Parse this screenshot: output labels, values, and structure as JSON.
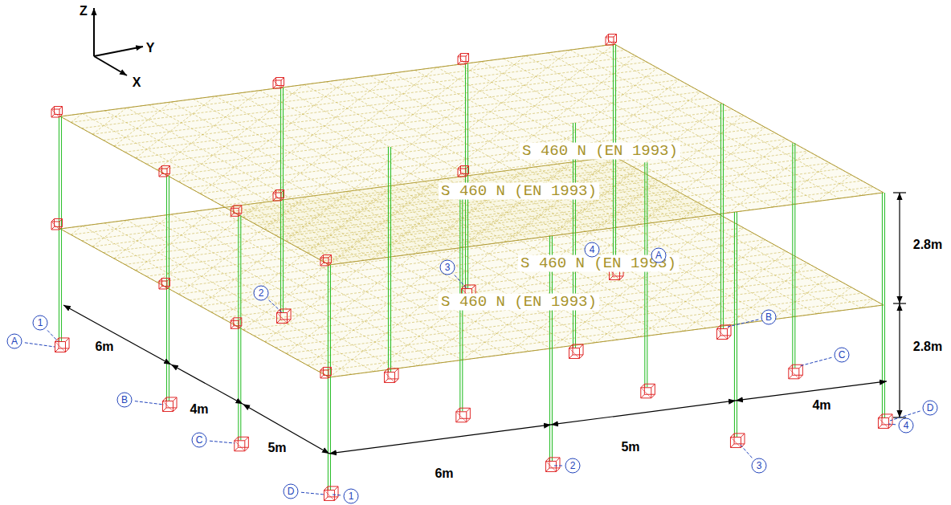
{
  "diagram": {
    "nodes": [
      {
        "text": [
          "4"
        ]
      },
      {
        "text": [
          "A"
        ]
      },
      {
        "text": [
          "3"
        ]
      },
      {
        "text": [
          "2"
        ]
      },
      {
        "text": [
          "B"
        ]
      },
      {
        "text": [
          "1"
        ]
      },
      {
        "text": [
          "A"
        ]
      },
      {
        "text": [
          "C"
        ]
      },
      {
        "text": [
          "B"
        ]
      },
      {
        "text": [
          "D"
        ]
      },
      {
        "text": [
          "4"
        ]
      },
      {
        "text": [
          "C"
        ]
      },
      {
        "text": [
          "2"
        ]
      },
      {
        "text": [
          "3"
        ]
      },
      {
        "text": [
          "D"
        ]
      },
      {
        "text": [
          "1"
        ]
      }
    ],
    "labels": [
      "Z",
      "Y",
      "X",
      "S 460 N (EN 1993)",
      "S 460 N (EN 1993)",
      "S 460 N (EN 1993)",
      "S 460 N (EN 1993)",
      "2.8m",
      "2.8m",
      "6m",
      "4m",
      "5m",
      "6m",
      "5m",
      "4m"
    ]
  }
}
